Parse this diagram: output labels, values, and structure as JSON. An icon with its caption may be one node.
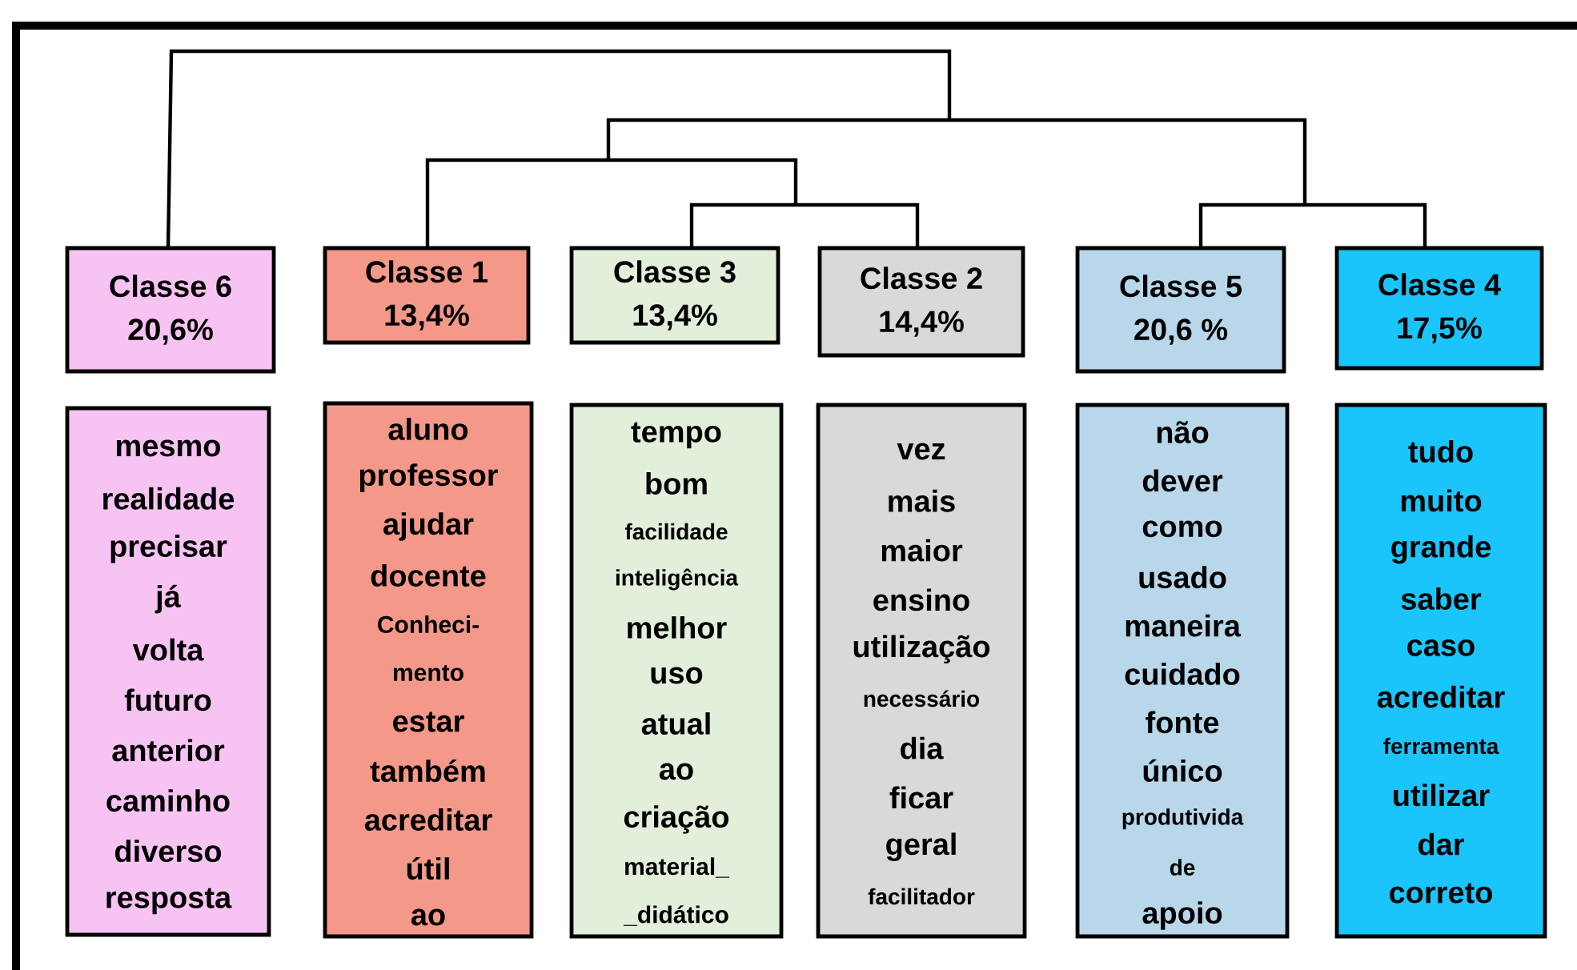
{
  "diagram": {
    "nodes": [
      {
        "text": [
          "Classe 6",
          "20,6%"
        ]
      },
      {
        "text": [
          "Classe 1",
          "13,4%"
        ]
      },
      {
        "text": [
          "Classe 3",
          "13,4%"
        ]
      },
      {
        "text": [
          "Classe 2",
          "14,4%"
        ]
      },
      {
        "text": [
          "Classe 5",
          "20,6 %"
        ]
      },
      {
        "text": [
          "Classe 4",
          "17,5%"
        ]
      },
      {
        "text": [
          "mesmo",
          "realidade",
          "precisar",
          "já",
          "volta",
          "futuro",
          "anterior",
          "caminho",
          "diverso",
          "resposta"
        ]
      },
      {
        "text": [
          "aluno",
          "professor",
          "ajudar",
          "docente",
          "Conheci-",
          "mento",
          "estar",
          "também",
          "acreditar",
          "útil",
          "ao"
        ]
      },
      {
        "text": [
          "tempo",
          "bom",
          "facilidade",
          "inteligência",
          "melhor",
          "uso",
          "atual",
          "ao",
          "criação",
          "material_",
          "_didático"
        ]
      },
      {
        "text": [
          "vez",
          "mais",
          "maior",
          "ensino",
          "utilização",
          "necessário",
          "dia",
          "ficar",
          "geral",
          "facilitador"
        ]
      },
      {
        "text": [
          "não",
          "dever",
          "como",
          "usado",
          "maneira",
          "cuidado",
          "fonte",
          "único",
          "produtivida",
          "de",
          "apoio"
        ]
      },
      {
        "text": [
          "tudo",
          "muito",
          "grande",
          "saber",
          "caso",
          "acreditar",
          "ferramenta",
          "utilizar",
          "dar",
          "correto"
        ]
      }
    ]
  }
}
